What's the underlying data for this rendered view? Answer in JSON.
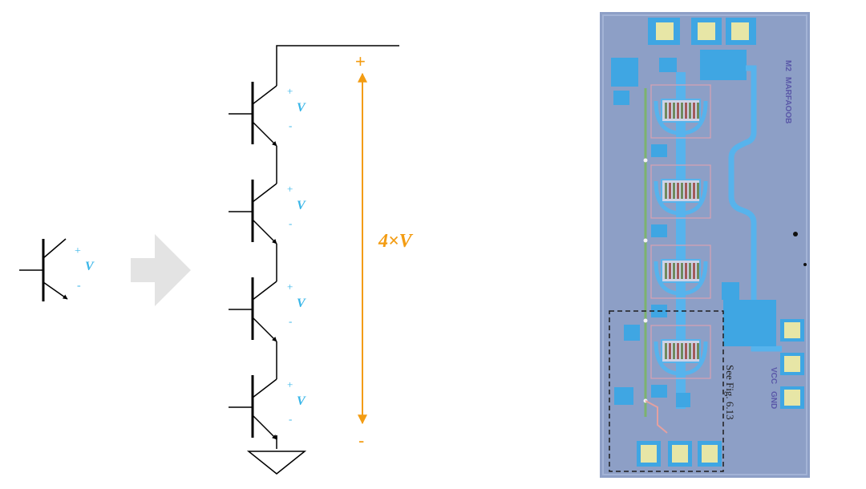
{
  "single_transistor": {
    "plus": "+",
    "v_label": "V",
    "minus": "-"
  },
  "stack": {
    "transistors": [
      {
        "plus": "+",
        "v_label": "V",
        "minus": "-"
      },
      {
        "plus": "+",
        "v_label": "V",
        "minus": "-"
      },
      {
        "plus": "+",
        "v_label": "V",
        "minus": "-"
      },
      {
        "plus": "+",
        "v_label": "V",
        "minus": "-"
      }
    ],
    "total_plus": "+",
    "total_minus": "-",
    "total_label": "4×V"
  },
  "chip": {
    "label_top": "MARFAOOB",
    "label_m2": "M2",
    "label_vcc": "VCC",
    "label_gnd": "GND",
    "label_ref": "See Fig. 6.13"
  },
  "colors": {
    "voltage_label": "#39b6e8",
    "total_voltage": "#f39c12",
    "chip_background": "#8d9fc6",
    "chip_metal": "#3fa6e3",
    "arrow_fill": "#e3e3e3"
  }
}
